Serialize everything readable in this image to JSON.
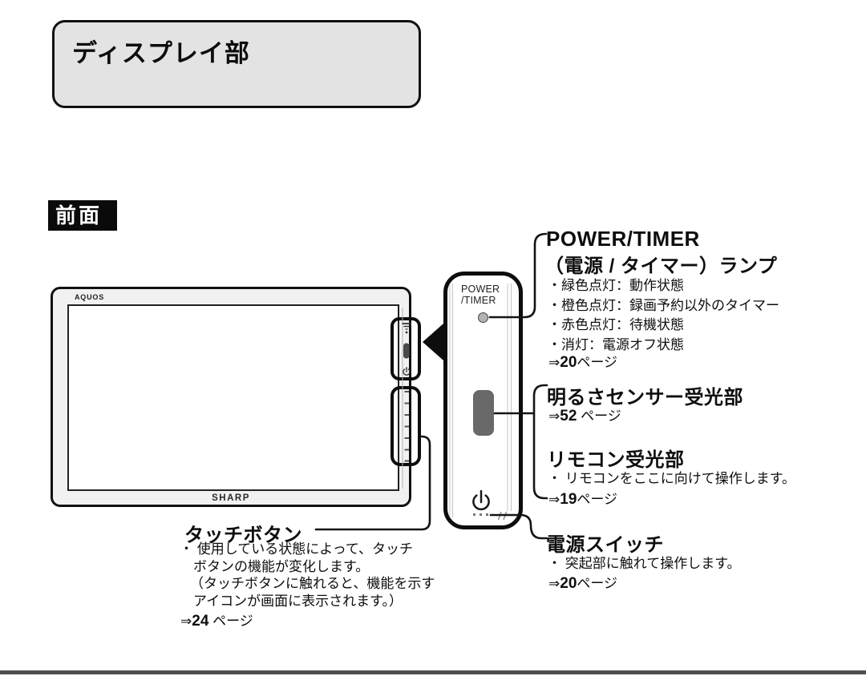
{
  "page": {
    "section_title": "ディスプレイ部",
    "view_label": "前面"
  },
  "diagram": {
    "tv_brand_top": "AQUOS",
    "tv_brand_bottom": "SHARP",
    "panel_label_line1": "POWER",
    "panel_label_line2": "/TIMER"
  },
  "annotations": {
    "power_timer": {
      "title_en": "POWER/TIMER",
      "title_jp": "（電源 / タイマー）ランプ",
      "bullets": [
        "・緑色点灯：動作状態",
        "・橙色点灯：録画予約以外のタイマー",
        "・赤色点灯：待機状態",
        "・消灯：電源オフ状態"
      ],
      "ref": {
        "arrow": "⇒",
        "num": "20",
        "suffix": "ページ"
      }
    },
    "brightness_sensor": {
      "title": "明るさセンサー受光部",
      "ref": {
        "arrow": "⇒",
        "num": "52",
        "suffix": " ページ"
      }
    },
    "remote_sensor": {
      "title": "リモコン受光部",
      "bullet": "・ リモコンをここに向けて操作します。",
      "ref": {
        "arrow": "⇒",
        "num": "19",
        "suffix": "ページ"
      }
    },
    "power_switch": {
      "title": "電源スイッチ",
      "bullet": "・ 突起部に触れて操作します。",
      "ref": {
        "arrow": "⇒",
        "num": "20",
        "suffix": "ページ"
      }
    },
    "touch_buttons": {
      "title": "タッチボタン",
      "bullet_lines": [
        "・ 使用している状態によって、タッチ",
        "ボタンの機能が変化します。",
        "（タッチボタンに触れると、機能を示す",
        "アイコンが画面に表示されます。）"
      ],
      "ref": {
        "arrow": "⇒",
        "num": "24",
        "suffix": " ページ"
      }
    }
  },
  "icons": {
    "power_standby": "arc-circle-with-bar",
    "brightness_sensor_glyph": "stacked-lines-with-dot",
    "magnify_arrow": "left-pointing-triangle",
    "touch_button_marks": "vertical-dash-strip"
  },
  "colors": {
    "ink": "#111111",
    "title_box_fill": "#e3e3e3",
    "bezel_fill": "#f1f1f1",
    "sensor_window_fill": "#696969",
    "led_fill": "#b3b3b3",
    "bottom_rule": "#4f4f4f"
  }
}
